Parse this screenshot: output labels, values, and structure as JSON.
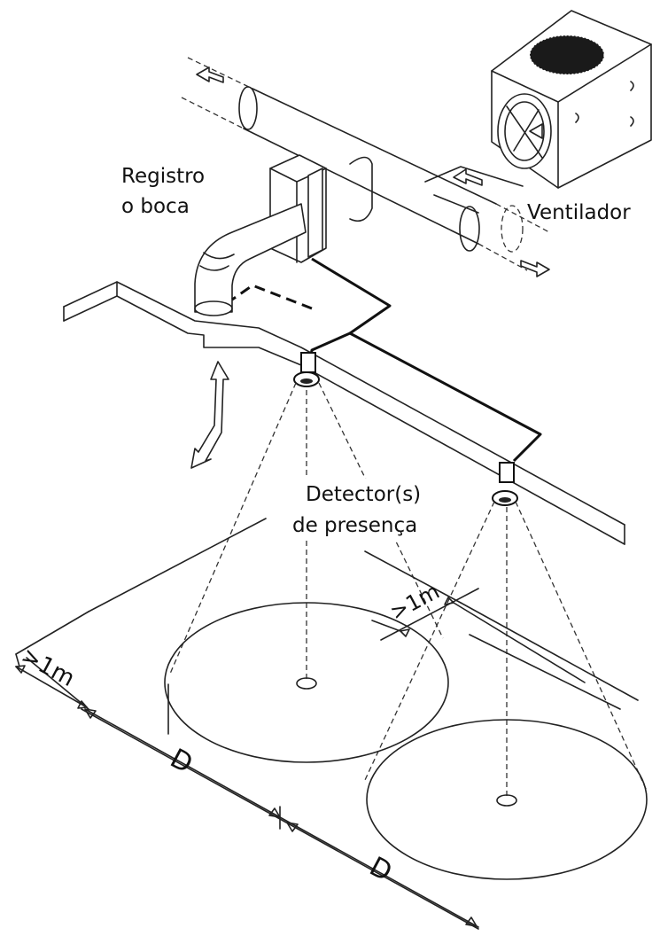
{
  "labels": {
    "damper_line1": "Registro",
    "damper_line2": "o boca",
    "fan": "Ventilador",
    "detector_line1": "Detector(s)",
    "detector_line2": "de presença",
    "distance_wall": ">1m",
    "distance_overlap": ">1m",
    "spacing_1": "D",
    "spacing_2": "D"
  }
}
